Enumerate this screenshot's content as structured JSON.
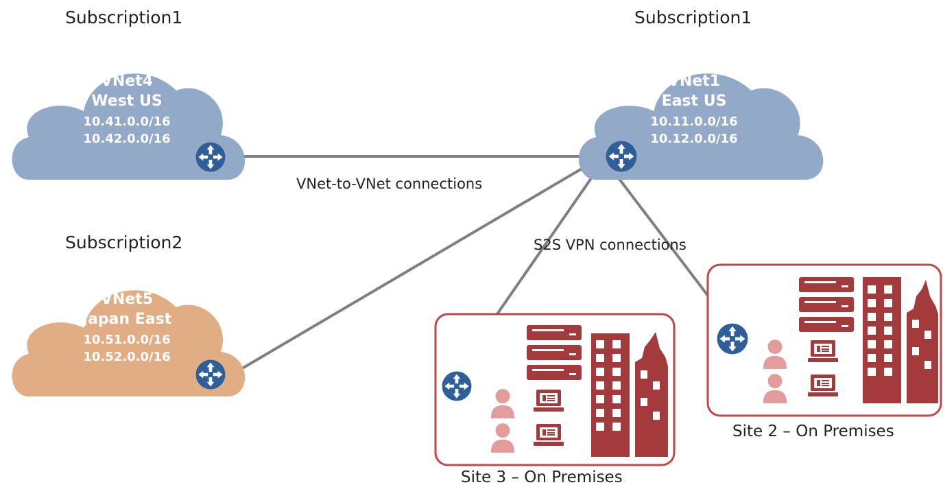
{
  "colors": {
    "cloud_blue": "#93a9c8",
    "cloud_orange": "#e0ad84",
    "router_blue": "#2e5f99",
    "site_red": "#a33a3b",
    "site_border": "#c0464a",
    "person": "#e29c99",
    "connector": "#7f7f7f"
  },
  "icons": [
    "router-icon",
    "server-rack-icon",
    "building-icon",
    "person-icon",
    "laptop-icon"
  ],
  "vnets": [
    {
      "subscription": "Subscription1",
      "name": "VNet4",
      "region": "West US",
      "cidr1": "10.41.0.0/16",
      "cidr2": "10.42.0.0/16"
    },
    {
      "subscription": "Subscription1",
      "name": "VNet1",
      "region": "East US",
      "cidr1": "10.11.0.0/16",
      "cidr2": "10.12.0.0/16"
    },
    {
      "subscription": "Subscription2",
      "name": "VNet5",
      "region": "Japan East",
      "cidr1": "10.51.0.0/16",
      "cidr2": "10.52.0.0/16"
    }
  ],
  "connections": {
    "vnet_to_vnet": "VNet-to-VNet connections",
    "s2s": "S2S VPN connections"
  },
  "sites": [
    {
      "label": "Site 3 – On Premises"
    },
    {
      "label": "Site 2 – On Premises"
    }
  ]
}
